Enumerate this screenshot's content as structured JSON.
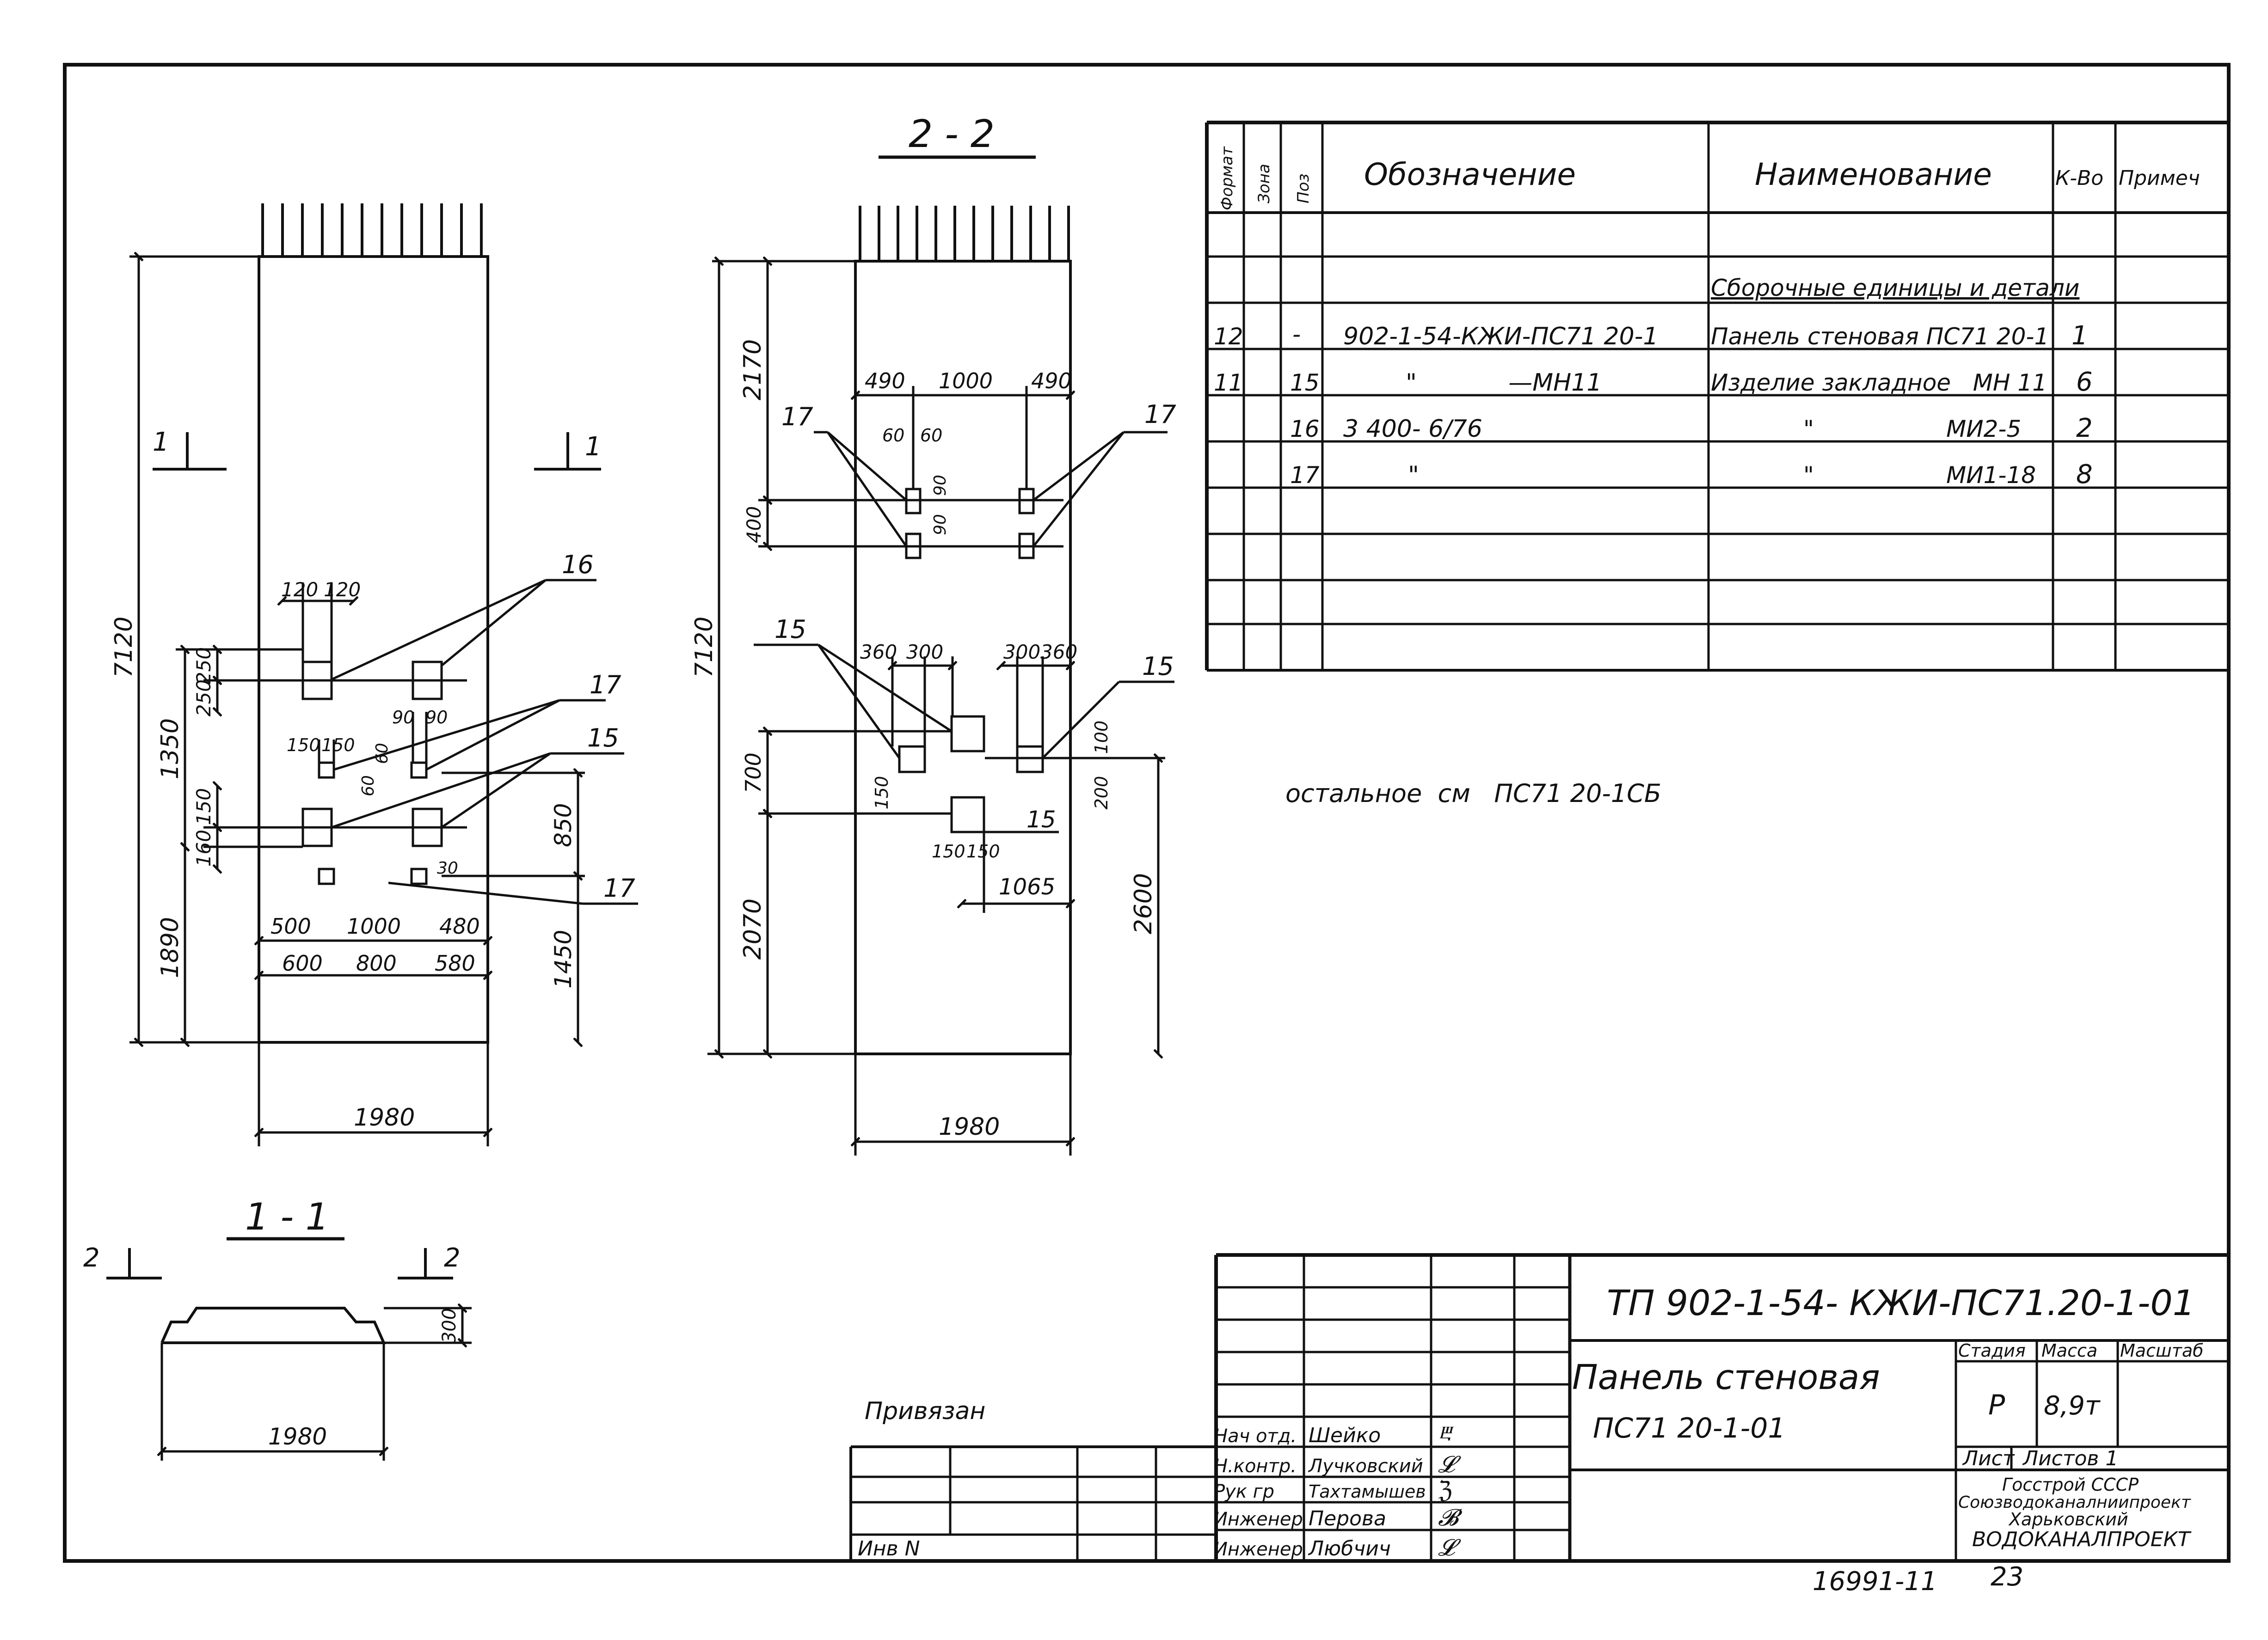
{
  "sections": {
    "s22": "2 - 2",
    "s11": "1 - 1",
    "mark1_left": "1",
    "mark1_right": "1",
    "mark2_left": "2",
    "mark2_right": "2"
  },
  "view_left": {
    "dims": {
      "h_total": "7120",
      "h_upper": "1350",
      "h_lower": "1890",
      "h_250a": "250",
      "h_250b": "250",
      "h_150": "150",
      "h_160": "160",
      "h_850": "850",
      "h_1450": "1450",
      "w_120a": "120",
      "w_120b": "120",
      "w_90a": "90",
      "w_90b": "90",
      "w_150a": "150",
      "w_150b": "150",
      "w_60a": "60",
      "w_60b": "60",
      "w_30": "30",
      "w_500": "500",
      "w_1000": "1000",
      "w_480": "480",
      "w_600": "600",
      "w_800": "800",
      "w_580": "580",
      "w_1980": "1980"
    },
    "callouts": {
      "c16": "16",
      "c17a": "17",
      "c15": "15",
      "c17b": "17"
    }
  },
  "view_right": {
    "dims": {
      "h_total": "7120",
      "h_2170": "2170",
      "h_400": "400",
      "h_700": "700",
      "h_2070": "2070",
      "h_2600": "2600",
      "h_150": "150",
      "h_200": "200",
      "h_100": "100",
      "w_490a": "490",
      "w_1000": "1000",
      "w_490b": "490",
      "w_60a": "60",
      "w_60b": "60",
      "w_90a": "90",
      "w_90b": "90",
      "w_360a": "360",
      "w_300a": "300",
      "w_300b": "300",
      "w_360b": "360",
      "w_150a": "150",
      "w_150b": "150",
      "w_1065": "1065",
      "w_1980": "1980"
    },
    "callouts": {
      "c17l": "17",
      "c17r": "17",
      "c15l": "15",
      "c15r": "15",
      "c15b": "15"
    }
  },
  "section11": {
    "w_1980": "1980",
    "h_300": "300"
  },
  "spec_table": {
    "headers": [
      "Формат",
      "Зона",
      "Поз",
      "Обозначение",
      "Наименование",
      "К-Во",
      "Примеч"
    ],
    "group_title": "Сборочные единицы и детали",
    "rows": [
      {
        "format": "12",
        "pos": "-",
        "designation": "902-1-54-КЖИ-ПС71 20-1",
        "name": "Панель стеновая  ПС71 20-1",
        "qty": "1"
      },
      {
        "format": "11",
        "pos": "15",
        "designation": "\"            —МН11",
        "name": "Изделие закладное   МН 11",
        "qty": "6"
      },
      {
        "format": "",
        "pos": "16",
        "designation": "3 400- 6/76",
        "name": "\"                  МИ2-5",
        "qty": "2"
      },
      {
        "format": "",
        "pos": "17",
        "designation": "\"",
        "name": "\"                  МИ1-18",
        "qty": "8"
      }
    ]
  },
  "note": "остальное  см   ПС71 20-1СБ",
  "title_block": {
    "code": "ТП 902-1-54- КЖИ-ПС71.20-1-01",
    "title_line1": "Панель стеновая",
    "title_line2": "ПС71 20-1-01",
    "stage_label": "Стадия",
    "mass_label": "Масса",
    "scale_label": "Масштаб",
    "stage": "Р",
    "mass": "8,9т",
    "sheet_label": "Лист",
    "sheets_label": "Листов 1",
    "org_line1": "Госстрой СССР",
    "org_line2": "Союзводоканалниипроект",
    "org_line3": "Харьковский",
    "org_line4": "ВОДОКАНАЛПРОЕКТ",
    "roles": [
      "Нач отд.",
      "Н.контр.",
      "Рук гр",
      "Инженер",
      "Инженер"
    ],
    "names": [
      "Шейко",
      "Лучковский",
      "Тахтамышев",
      "Перова",
      "Любчич"
    ],
    "signatures": [
      "ⰱ",
      "𝓛",
      "ℨ",
      "𝓑",
      "𝓛"
    ],
    "bound_label": "Привязан",
    "inv_label": "Инв N"
  },
  "footer": {
    "archive_no": "16991-11",
    "page_no": "23"
  }
}
